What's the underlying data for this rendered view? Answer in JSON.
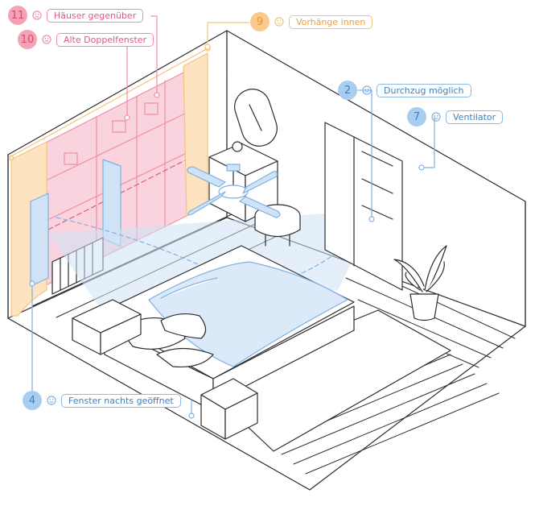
{
  "colors": {
    "line": "#2c2c2c",
    "blue": "#7fb1e3",
    "blue_fill": "#cfe2f6",
    "red": "#ef8fa6",
    "red_fill": "#f9d3dd",
    "orange": "#f6c27f",
    "orange_fill": "#fde3bf"
  },
  "callouts": [
    {
      "id": "11",
      "number": "11",
      "label": "Häuser gegenüber",
      "mood": "sad",
      "color": "red"
    },
    {
      "id": "10",
      "number": "10",
      "label": "Alte Doppelfenster",
      "mood": "sad",
      "color": "red"
    },
    {
      "id": "9",
      "number": "9",
      "label": "Vorhänge innen",
      "mood": "neutral",
      "color": "orange"
    },
    {
      "id": "2",
      "number": "2",
      "label": "Durchzug möglich",
      "mood": "happy",
      "color": "blue"
    },
    {
      "id": "7",
      "number": "7",
      "label": "Ventilator",
      "mood": "happy",
      "color": "blue"
    },
    {
      "id": "4",
      "number": "4",
      "label": "Fenster nachts geöffnet",
      "mood": "happy",
      "color": "blue"
    }
  ]
}
